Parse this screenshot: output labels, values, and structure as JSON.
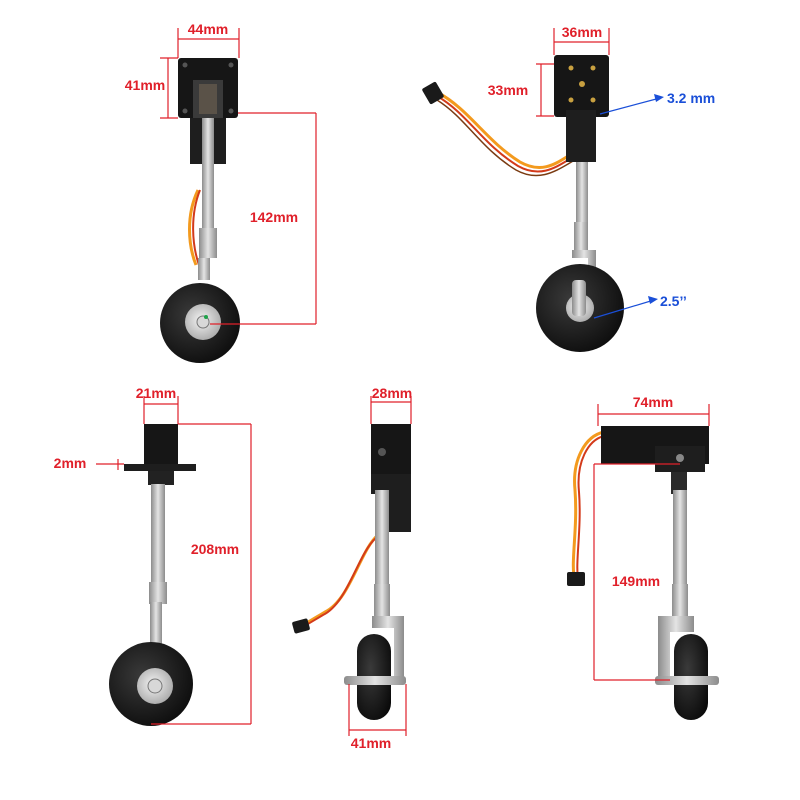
{
  "views": {
    "view_a": {
      "width_label": "44mm",
      "height_label": "41mm",
      "strut_label": "142mm"
    },
    "view_b": {
      "width_label": "36mm",
      "height_label": "33mm",
      "hole_label": "3.2 mm",
      "wheel_label": "2.5’’"
    },
    "view_c": {
      "width_label": "21mm",
      "plate_label": "2mm",
      "strut_label": "208mm"
    },
    "view_d": {
      "width_label": "28mm",
      "wheel_width_label": "41mm"
    },
    "view_e": {
      "width_label": "74mm",
      "strut_label": "149mm"
    }
  },
  "colors": {
    "dimension": "#e0202a",
    "pointer": "#1a4fd8",
    "tire": "#111111",
    "metal": "#b9b9b9",
    "mount": "#161616",
    "wire_orange": "#f39a1e",
    "wire_red": "#d33a1a",
    "wire_brown": "#7a3b12"
  }
}
